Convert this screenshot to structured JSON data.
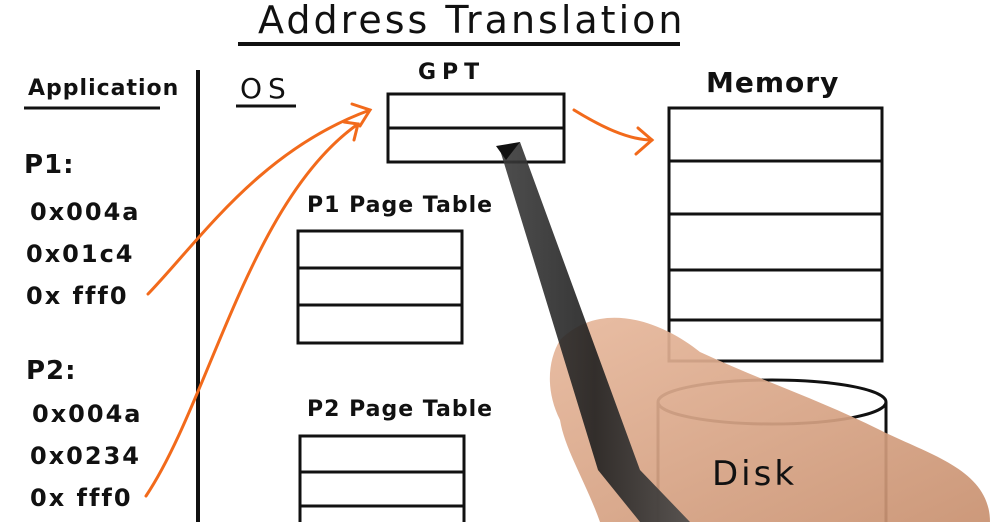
{
  "title": "Address Translation",
  "columns": {
    "application": "Application",
    "os": "OS"
  },
  "gpt": {
    "label": "GPT",
    "rows": 2
  },
  "memory": {
    "label": "Memory",
    "rows": 5
  },
  "page_tables": [
    {
      "label": "P1 Page Table",
      "rows": 3
    },
    {
      "label": "P2 Page Table",
      "rows": 3
    }
  ],
  "disk": {
    "label": "Disk"
  },
  "processes": [
    {
      "name": "P1:",
      "addresses": [
        "0x004a",
        "0x01c4",
        "0x fff0"
      ]
    },
    {
      "name": "P2:",
      "addresses": [
        "0x004a",
        "0x0234",
        "0x fff0"
      ]
    }
  ],
  "colors": {
    "ink": "#111111",
    "arrow": "#f26a1b",
    "pen": "#2b2b2b",
    "skin": "#d9a98c"
  }
}
